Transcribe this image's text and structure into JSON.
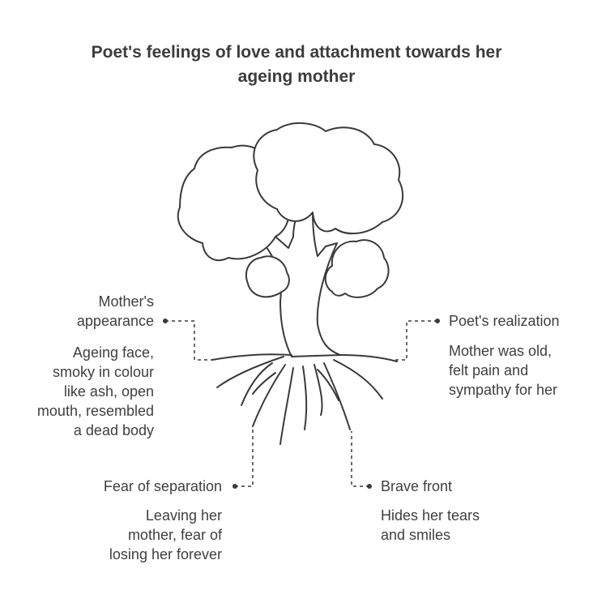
{
  "title_lines": [
    "Poet's feelings of love and attachment towards her",
    "ageing mother"
  ],
  "nodes": {
    "appearance": {
      "heading_lines": [
        "Mother's",
        "appearance"
      ],
      "desc_lines": [
        "Ageing face,",
        "smoky in colour",
        "like ash, open",
        "mouth, resembled",
        "a dead body"
      ]
    },
    "realization": {
      "heading_lines": [
        "Poet's realization"
      ],
      "desc_lines": [
        "Mother was old,",
        "felt pain and",
        "sympathy for her"
      ]
    },
    "separation": {
      "heading_lines": [
        "Fear of separation"
      ],
      "desc_lines": [
        "Leaving her",
        "mother, fear of",
        "losing her forever"
      ]
    },
    "brave": {
      "heading_lines": [
        "Brave front"
      ],
      "desc_lines": [
        "Hides her tears",
        "and smiles"
      ]
    }
  },
  "colors": {
    "stroke": "#3a3a3a",
    "text": "#3f3f3f",
    "background": "#ffffff"
  }
}
